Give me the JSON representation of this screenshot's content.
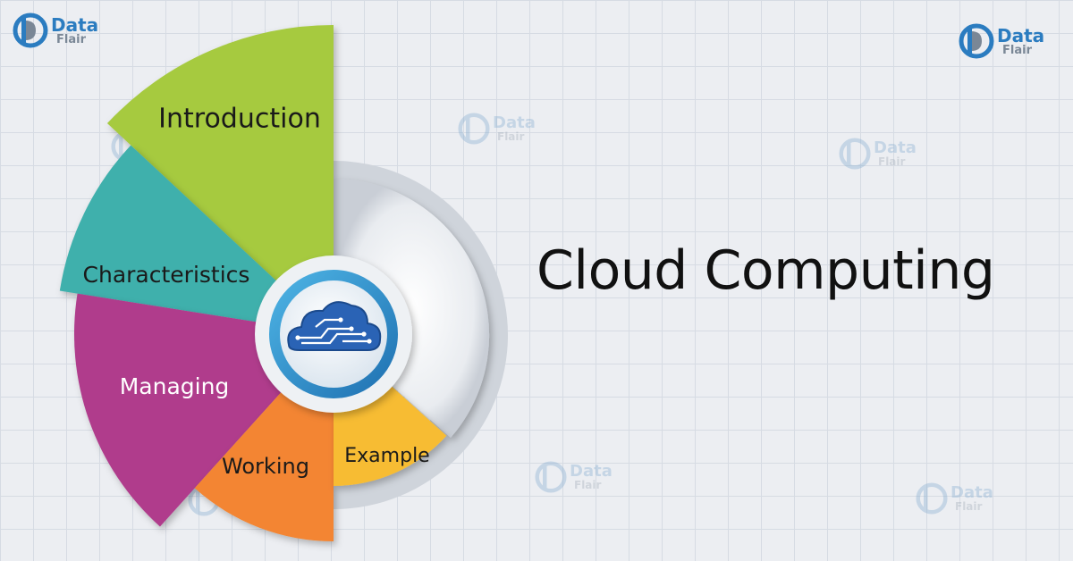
{
  "brand": {
    "line1": "Data",
    "line2": "Flair"
  },
  "title": "Cloud Computing",
  "segments": [
    {
      "label": "Introduction",
      "color": "#9cc52c"
    },
    {
      "label": "Characteristics",
      "color": "#2aa7a3"
    },
    {
      "label": "Managing",
      "color": "#a8287f"
    },
    {
      "label": "Working",
      "color": "#f2781a"
    },
    {
      "label": "Example",
      "color": "#f7b51c"
    }
  ],
  "center_icon": "cloud-circuit-icon"
}
